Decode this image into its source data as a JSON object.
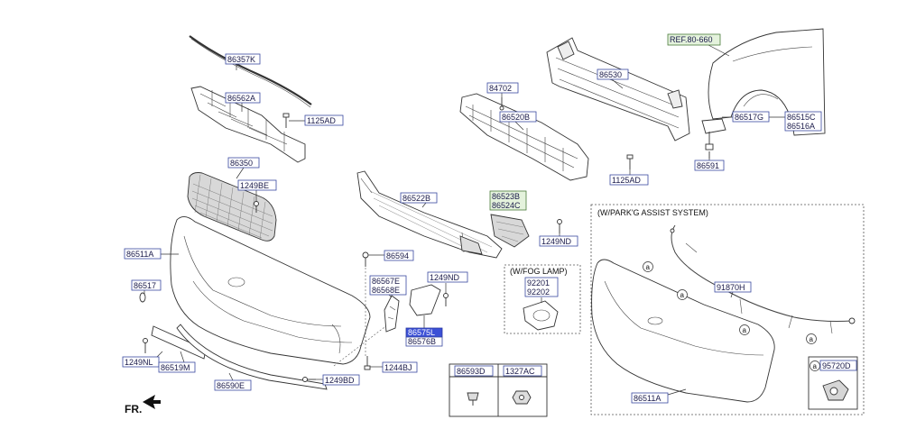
{
  "diagram": {
    "direction_marker": "FR.",
    "callout_symbol": "a",
    "parts": {
      "p86357K": "86357K",
      "p86562A": "86562A",
      "p1125AD_top": "1125AD",
      "p86350": "86350",
      "p1249BE": "1249BE",
      "p86511A_main": "86511A",
      "p86517": "86517",
      "p1249NL": "1249NL",
      "p86519M": "86519M",
      "p86590E": "86590E",
      "p1249BD": "1249BD",
      "p86594": "86594",
      "p86522B": "86522B",
      "p86523B": "86523B",
      "p86524C": "86524C",
      "p1249ND_a": "1249ND",
      "p86567E": "86567E",
      "p86568E": "86568E",
      "p1249ND_b": "1249ND",
      "p86575L": "86575L",
      "p86576B": "86576B",
      "p1244BJ": "1244BJ",
      "p84702": "84702",
      "p86520B": "86520B",
      "p86530": "86530",
      "p1125AD_bottom": "1125AD",
      "ref_80_660": "REF.80-660",
      "p86517G": "86517G",
      "p86515C": "86515C",
      "p86516A": "86516A",
      "p86591": "86591",
      "p92201": "92201",
      "p92202": "92202",
      "p91870H": "91870H",
      "p86511A_assist": "86511A",
      "p95720D": "95720D",
      "p86593D": "86593D",
      "p1327AC": "1327AC"
    },
    "sections": {
      "fog_lamp": "(W/FOG LAMP)",
      "park_assist": "(W/PARK'G ASSIST SYSTEM)"
    }
  }
}
